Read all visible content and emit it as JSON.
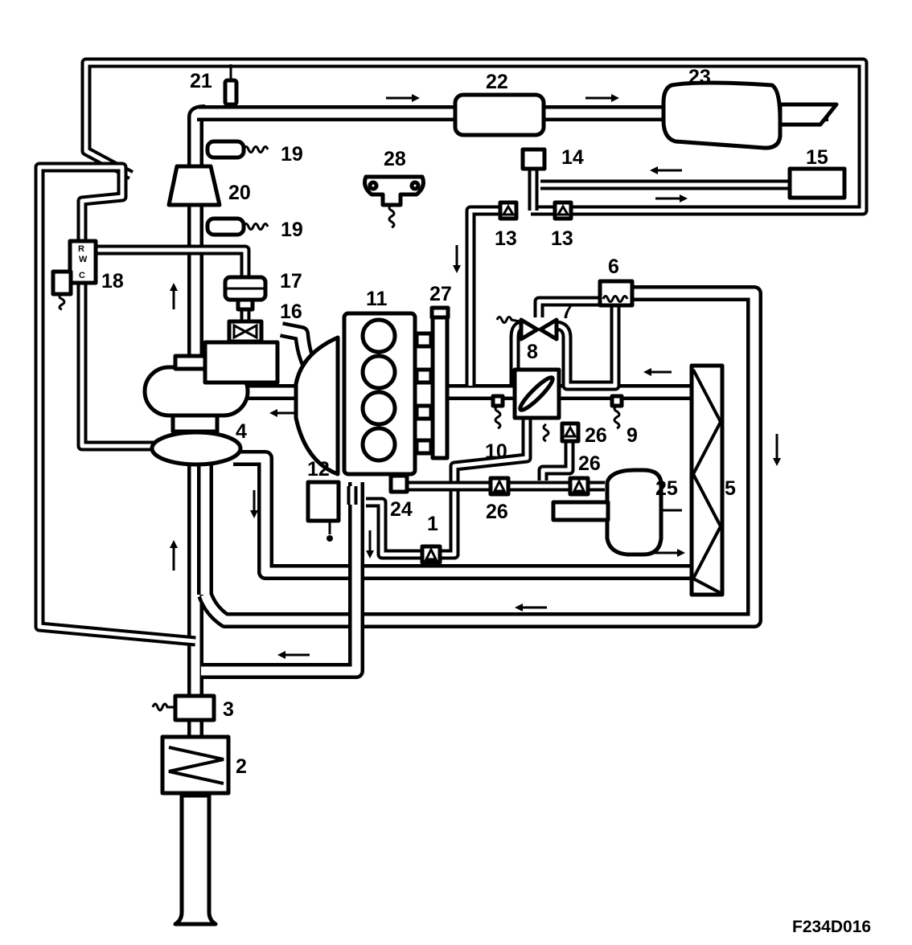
{
  "drawing_code": "F234D016",
  "components": [
    {
      "id": "1",
      "label": "1"
    },
    {
      "id": "2",
      "label": "2"
    },
    {
      "id": "3",
      "label": "3"
    },
    {
      "id": "4",
      "label": "4"
    },
    {
      "id": "5",
      "label": "5"
    },
    {
      "id": "6",
      "label": "6"
    },
    {
      "id": "7",
      "label": "7"
    },
    {
      "id": "8",
      "label": "8"
    },
    {
      "id": "9",
      "label": "9"
    },
    {
      "id": "10",
      "label": "10"
    },
    {
      "id": "11",
      "label": "11"
    },
    {
      "id": "12",
      "label": "12"
    },
    {
      "id": "13",
      "label": "13"
    },
    {
      "id": "14",
      "label": "14"
    },
    {
      "id": "15",
      "label": "15"
    },
    {
      "id": "16",
      "label": "16"
    },
    {
      "id": "17",
      "label": "17"
    },
    {
      "id": "18",
      "label": "18"
    },
    {
      "id": "19",
      "label": "19"
    },
    {
      "id": "20",
      "label": "20"
    },
    {
      "id": "21",
      "label": "21"
    },
    {
      "id": "22",
      "label": "22"
    },
    {
      "id": "23",
      "label": "23"
    },
    {
      "id": "24",
      "label": "24"
    },
    {
      "id": "25",
      "label": "25"
    },
    {
      "id": "26",
      "label": "26"
    },
    {
      "id": "27",
      "label": "27"
    },
    {
      "id": "28",
      "label": "28"
    }
  ],
  "solenoid_ports": {
    "r": "R",
    "w": "W",
    "c": "C"
  }
}
